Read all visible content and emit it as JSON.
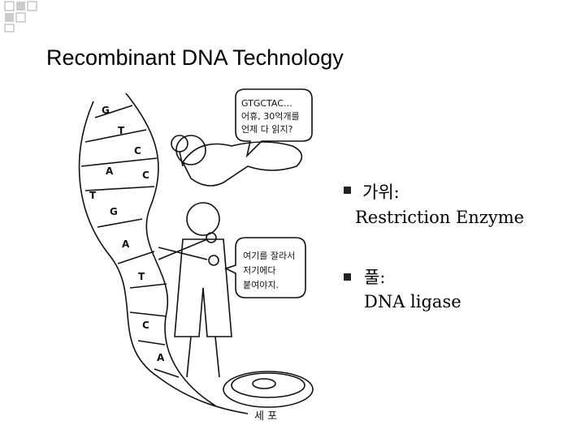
{
  "slide": {
    "title": "Recombinant DNA Technology"
  },
  "illustration": {
    "bubble_top_line1": "GTGCTAC…",
    "bubble_top_line2": "어휴, 30억개를",
    "bubble_top_line3": "언제 다 읽지?",
    "bubble_mid_line1": "여기를 잘라서",
    "bubble_mid_line2": "저기에다",
    "bubble_mid_line3": "붙여야지.",
    "dish_label": "세 포",
    "bases": [
      "G",
      "T",
      "C",
      "A",
      "T",
      "G",
      "C",
      "A",
      "T",
      "C",
      "A"
    ]
  },
  "bullets": [
    {
      "label": "가위:",
      "detail": "Restriction Enzyme"
    },
    {
      "label": "풀:",
      "detail": "DNA ligase"
    }
  ],
  "colors": {
    "squares": "#c8c8c8",
    "ink": "#111111"
  }
}
